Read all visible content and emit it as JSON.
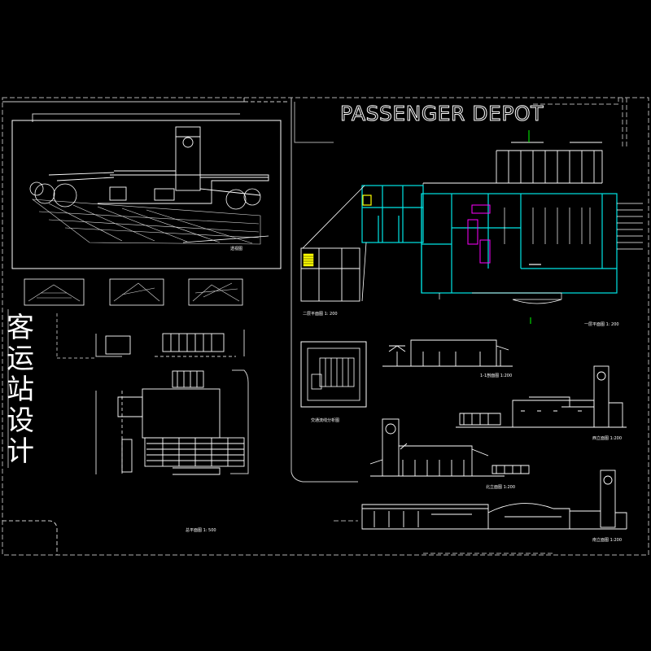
{
  "sheet": {
    "title_en": "PASSENGER DEPOT",
    "title_cn": [
      "客",
      "运",
      "站",
      "设",
      "计"
    ]
  },
  "labels": {
    "perspective": "透视图",
    "plan_1f": "一层平面图 1: 200",
    "plan_2f": "二层平面图 1: 200",
    "site_plan": "总平面图 1: 500",
    "traffic": "交通流线分析图",
    "section": "1-1剖面图 1:200",
    "elev_west": "西立面图 1:200",
    "elev_north": "北立面图 1:200",
    "elev_south": "南立面图 1:200"
  },
  "colors": {
    "line": "#ffffff",
    "wall": "#00e5e5",
    "dash": "#b0b0b0",
    "accent_yellow": "#ffff00",
    "accent_magenta": "#ff00ff",
    "accent_green": "#00ff00"
  }
}
